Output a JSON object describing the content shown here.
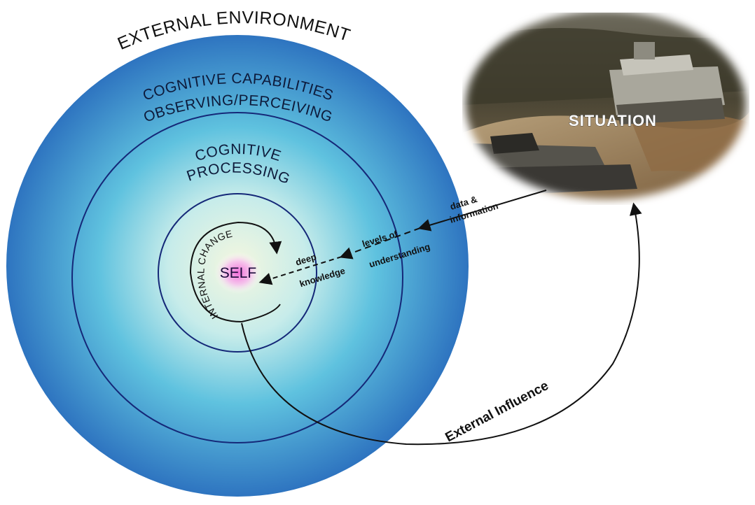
{
  "labels": {
    "external_environment": "EXTERNAL ENVIRONMENT",
    "cognitive_capabilities_line1": "COGNITIVE CAPABILITIES",
    "cognitive_capabilities_line2": "OBSERVING/PERCEIVING",
    "cognitive_processing_line1": "COGNITIVE",
    "cognitive_processing_line2": "PROCESSING",
    "internal_change": "INTERNAL CHANGE",
    "self": "SELF",
    "situation": "SITUATION",
    "data_information_line1": "data &",
    "data_information_line2": "information",
    "levels_line1": "levels of",
    "levels_line2": "understanding",
    "deep_line1": "deep",
    "deep_line2": "knowledge",
    "external_influence": "External Influence"
  },
  "colors": {
    "outer_circle": "#2e74c0",
    "inner_glow": "#f4f7df",
    "self_glow": "#f06ad8",
    "ring_stroke": "#152878",
    "arrow_stroke": "#111111"
  },
  "photo": {
    "description_icon": "military-tank-photo"
  }
}
